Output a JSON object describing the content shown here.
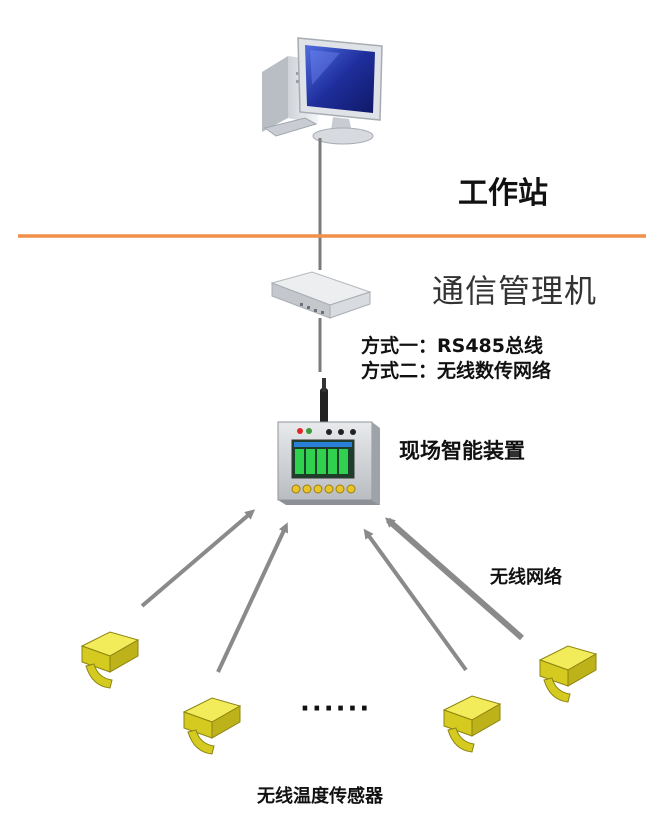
{
  "labels": {
    "workstation": "工作站",
    "comm_manager": "通信管理机",
    "mode_1": "方式一：RS485总线",
    "mode_2": "方式二：无线数传网络",
    "field_device": "现场智能装置",
    "wireless_network": "无线网络",
    "ellipsis": "······",
    "sensors": "无线温度传感器"
  },
  "colors": {
    "divider": "#f0904a",
    "arrow": "#8a8a8a",
    "sensor_yellow": "#e6dc2a",
    "screen_green": "#2fd14f",
    "monitor_blue": "#2a3fb8"
  },
  "icons": [
    "computer-monitor-icon",
    "communication-manager-icon",
    "field-device-icon",
    "wireless-sensor-icon"
  ]
}
